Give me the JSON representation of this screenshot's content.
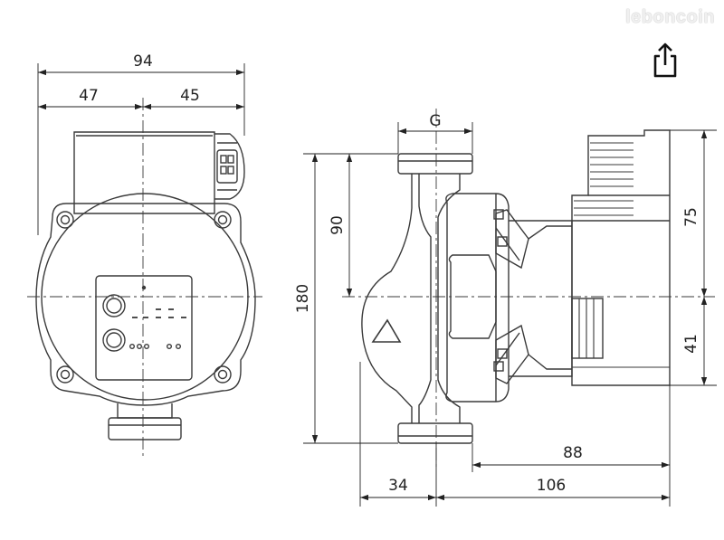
{
  "watermark": {
    "text": "leboncoin"
  },
  "share": {
    "icon": "share-icon"
  },
  "colors": {
    "line": "#3a3a3a",
    "dim_line": "#222222",
    "background": "#ffffff"
  },
  "front_view": {
    "dimensions": {
      "overall_width": "94",
      "left_half": "47",
      "right_half": "45"
    }
  },
  "side_view": {
    "dimensions": {
      "connection": "G",
      "overall_height": "180",
      "upper_flange_to_axis": "90",
      "top_to_axis": "75",
      "axis_to_bottom": "41",
      "motor_depth": "88",
      "axis_to_back": "106",
      "flange_to_axis": "34"
    }
  }
}
